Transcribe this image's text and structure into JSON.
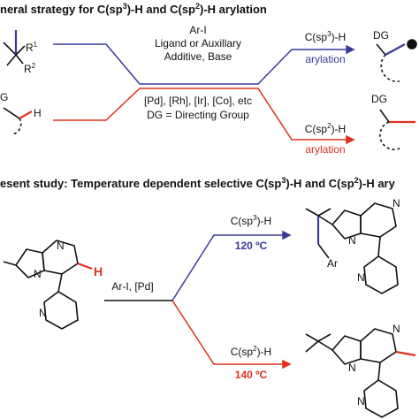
{
  "colors": {
    "sp3": "#3a3a9a",
    "sp2": "#e0301e",
    "ink": "#111111"
  },
  "section1": {
    "title_pre": "neral strategy for C(sp",
    "title_sup1": "3",
    "title_mid": ")-H and C(sp",
    "title_sup2": "2",
    "title_post": ")-H arylation",
    "conditions": {
      "reagent": "Ar-I",
      "line2": "Ligand or Auxillary",
      "line3": "Additive, Base",
      "catalysts": "[Pd], [Rh], [Ir], [Co], etc",
      "dg_def": "DG = Directing Group"
    },
    "upper_branch": {
      "label_pre": "C(sp",
      "label_sup": "3",
      "label_post": ")-H",
      "label2": "arylation"
    },
    "lower_branch": {
      "label_pre": "C(sp",
      "label_sup": "2",
      "label_post": ")-H",
      "label2": "arylation"
    },
    "substrate_sp3": {
      "r1": "R",
      "r1_sup": "1",
      "r2": "R",
      "r2_sup": "2"
    },
    "substrate_sp2": {
      "dg": "G",
      "h": "H"
    },
    "product_sp3": {
      "dg": "DG"
    },
    "product_sp2": {
      "dg": "DG"
    }
  },
  "section2": {
    "title_pre": "esent study: Temperature dependent selective C(sp",
    "title_sup1": "3",
    "title_mid": ")-H and C(sp",
    "title_sup2": "2",
    "title_post": ")-H ary",
    "reagents": "Ar-I, [Pd]",
    "upper_branch": {
      "label_pre": "C(sp",
      "label_sup": "3",
      "label_post": ")-H",
      "temp": "120 ºC"
    },
    "lower_branch": {
      "label_pre": "C(sp",
      "label_sup": "2",
      "label_post": ")-H",
      "temp": "140 ºC"
    },
    "substrate": {
      "h": "H"
    },
    "product_sp3": {
      "ar": "Ar"
    },
    "atoms": {
      "n": "N"
    }
  }
}
